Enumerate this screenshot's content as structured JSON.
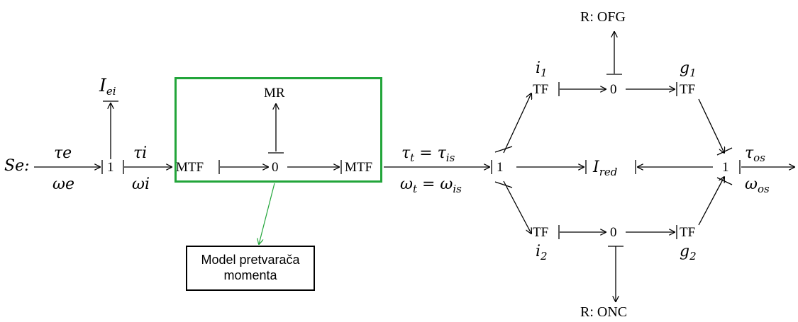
{
  "accent_color": "#22a53a",
  "source": {
    "label": "Se:",
    "effort": "τe",
    "flow": "ωe"
  },
  "junction_left": "1",
  "inertia_top": "Iei",
  "input_bond": {
    "effort": "τi",
    "flow": "ωi"
  },
  "converter": {
    "mtf_left": "MTF",
    "zero": "0",
    "resistor": "MR",
    "mtf_right": "MTF"
  },
  "output_bond": {
    "effort": "τt = τis",
    "flow": "ωt = ωis"
  },
  "junction_center": "1",
  "reduced_inertia": "Ired",
  "upper_branch": {
    "tf_left": "TF",
    "ratio_left": "i1",
    "zero": "0",
    "tf_right": "TF",
    "ratio_right": "g1",
    "resistor": "R: OFG"
  },
  "lower_branch": {
    "tf_left": "TF",
    "ratio_left": "i2",
    "zero": "0",
    "tf_right": "TF",
    "ratio_right": "g2",
    "resistor": "R: ONC"
  },
  "junction_right": "1",
  "output": {
    "effort": "τos",
    "flow": "ωos"
  },
  "caption": "Model pretvarača\nmomenta"
}
